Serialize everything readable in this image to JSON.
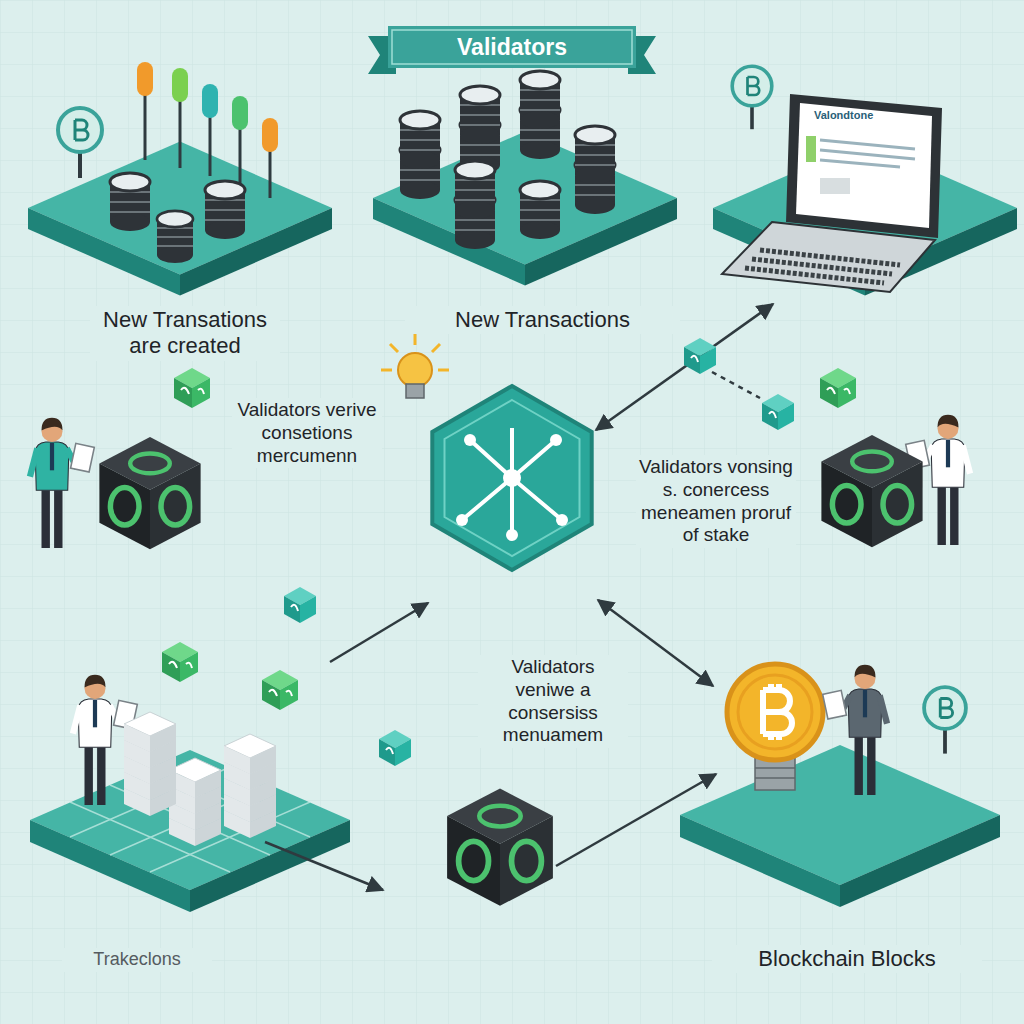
{
  "diagram": {
    "title": "Validators",
    "labels": [
      "Valondtone",
      "New Transations are created",
      "New Transactions",
      "Validators verive consetions mercumenn",
      "Validators vonsing s. conercess meneamen proruf of stake",
      "Validators veniwe a consersiss menuamem",
      "Trakeclons",
      "Blockchain Blocks"
    ]
  }
}
